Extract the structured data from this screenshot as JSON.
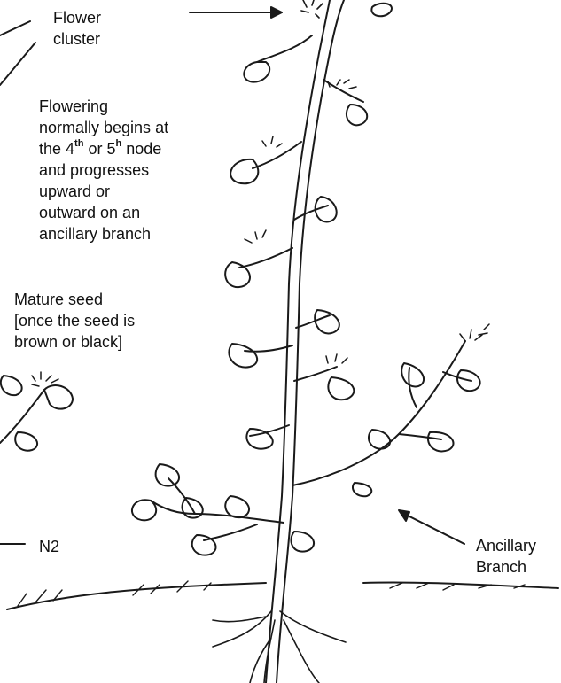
{
  "labels": {
    "flower_cluster": [
      "Flower",
      "cluster"
    ],
    "flowering": {
      "line1": "Flowering",
      "line2": "normally begins at",
      "line3_a": "the 4",
      "line3_sup1": "th",
      "line3_b": " or 5",
      "line3_sup2": "h",
      "line3_c": " node",
      "line4": "and progresses",
      "line5": "upward or",
      "line6": "outward on an",
      "line7": "ancillary branch"
    },
    "mature_seed": [
      "Mature seed",
      "[once the seed is",
      "brown or black]"
    ],
    "n2": "N2",
    "ancillary_branch": [
      "Ancillary",
      "Branch"
    ]
  },
  "colors": {
    "ink": "#1a1a1a",
    "background": "#ffffff"
  }
}
